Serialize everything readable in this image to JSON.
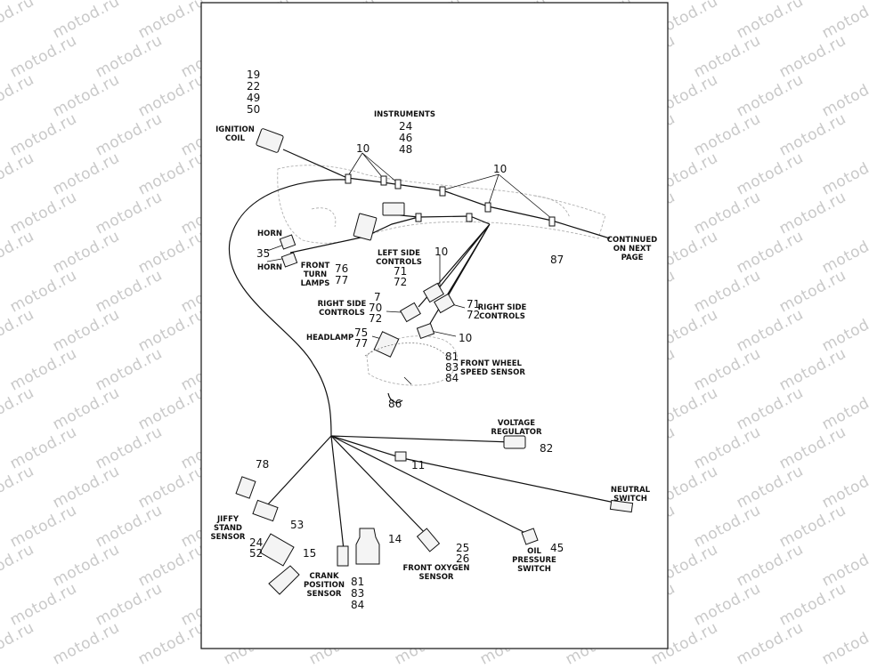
{
  "watermark": "motod.ru",
  "callouts": {
    "ignition_coil_refs": [
      "19",
      "22",
      "49",
      "50"
    ],
    "instruments_refs": [
      "24",
      "46",
      "48"
    ],
    "ref_10": "10",
    "ref_35": "35",
    "front_turn_lamps_refs": [
      "76",
      "77"
    ],
    "ref_87": "87",
    "left_side_controls_refs": [
      "71",
      "72"
    ],
    "right_side_controls_left_refs": [
      "7",
      "70",
      "72"
    ],
    "right_side_controls_right_refs": [
      "71",
      "72"
    ],
    "headlamp_refs": [
      "75",
      "77"
    ],
    "front_wheel_speed_sensor_refs": [
      "81",
      "83",
      "84"
    ],
    "ref_86": "86",
    "ref_82": "82",
    "ref_11": "11",
    "ref_78": "78",
    "ref_53": "53",
    "jiffy_stand_refs": [
      "24",
      "52"
    ],
    "ref_15": "15",
    "ref_14": "14",
    "crank_position_refs": [
      "81",
      "83",
      "84"
    ],
    "front_oxygen_refs": [
      "25",
      "26"
    ],
    "ref_45": "45"
  },
  "labels": {
    "ignition_coil": [
      "IGNITION",
      "COIL"
    ],
    "instruments": "INSTRUMENTS",
    "horn_top": "HORN",
    "horn_bottom": "HORN",
    "front_turn_lamps": [
      "FRONT",
      "TURN",
      "LAMPS"
    ],
    "continued": [
      "CONTINUED",
      "ON NEXT",
      "PAGE"
    ],
    "left_side_controls": [
      "LEFT SIDE",
      "CONTROLS"
    ],
    "right_side_controls_left": [
      "RIGHT SIDE",
      "CONTROLS"
    ],
    "right_side_controls_right": [
      "RIGHT SIDE",
      "CONTROLS"
    ],
    "headlamp": "HEADLAMP",
    "front_wheel_speed_sensor": [
      "FRONT WHEEL",
      "SPEED SENSOR"
    ],
    "voltage_regulator": [
      "VOLTAGE",
      "REGULATOR"
    ],
    "neutral_switch": [
      "NEUTRAL",
      "SWITCH"
    ],
    "jiffy_stand_sensor": [
      "JIFFY",
      "STAND",
      "SENSOR"
    ],
    "crank_position_sensor": [
      "CRANK",
      "POSITION",
      "SENSOR"
    ],
    "front_oxygen_sensor": [
      "FRONT OXYGEN",
      "SENSOR"
    ],
    "oil_pressure_switch": [
      "OIL",
      "PRESSURE",
      "SWITCH"
    ]
  }
}
